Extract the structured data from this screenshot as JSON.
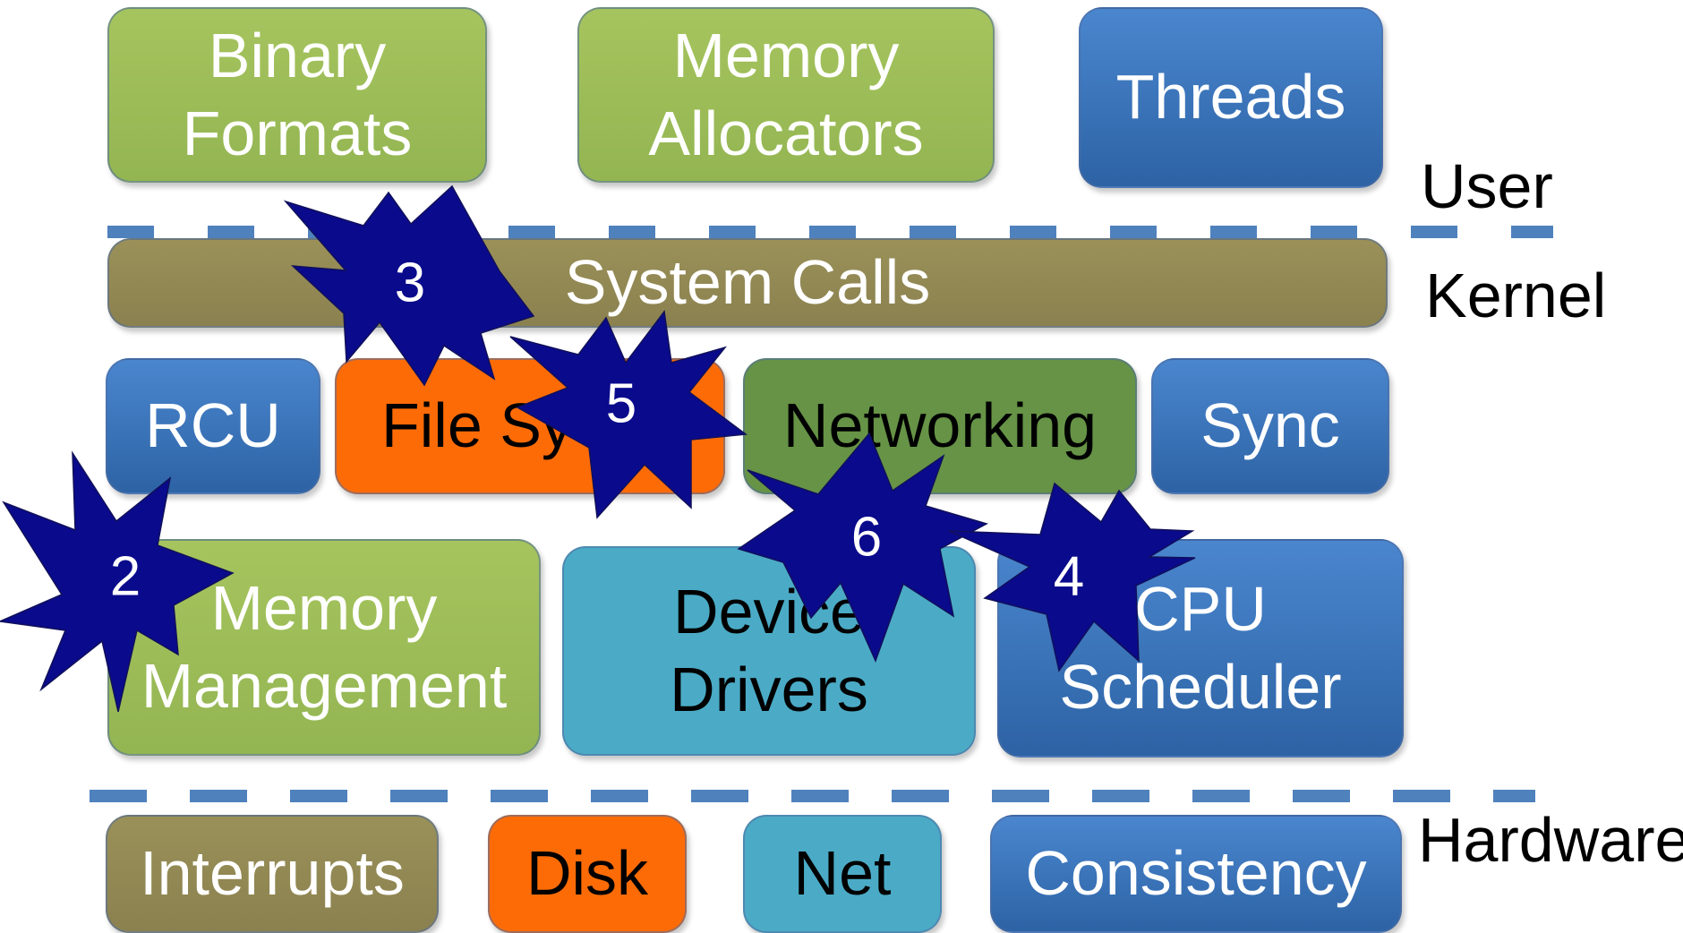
{
  "colors": {
    "green": "#9bbb59",
    "blue": "#3a75bf",
    "olive": "#948a54",
    "orange": "#fd6b07",
    "dark_green": "#669346",
    "teal": "#4babc6",
    "dash": "#4f81bd",
    "star_fill": "#0a0a8c"
  },
  "user_space": {
    "binary_formats": [
      "Binary",
      "Formats"
    ],
    "memory_allocators": [
      "Memory",
      "Allocators"
    ],
    "threads": "Threads"
  },
  "kernel": {
    "system_calls": "System Calls",
    "rcu": "RCU",
    "file_systems": "File Sy",
    "networking": "Networking",
    "sync": "Sync",
    "memory_management": [
      "Memory",
      "Management"
    ],
    "device_drivers": [
      "Device",
      "Drivers"
    ],
    "cpu_scheduler": [
      "CPU",
      "Scheduler"
    ]
  },
  "hardware": {
    "interrupts": "Interrupts",
    "disk": "Disk",
    "net": "Net",
    "consistency": "Consistency"
  },
  "layer_labels": {
    "user": "User",
    "kernel": "Kernel",
    "hardware": "Hardware"
  },
  "markers": [
    "2",
    "3",
    "4",
    "5",
    "6"
  ]
}
